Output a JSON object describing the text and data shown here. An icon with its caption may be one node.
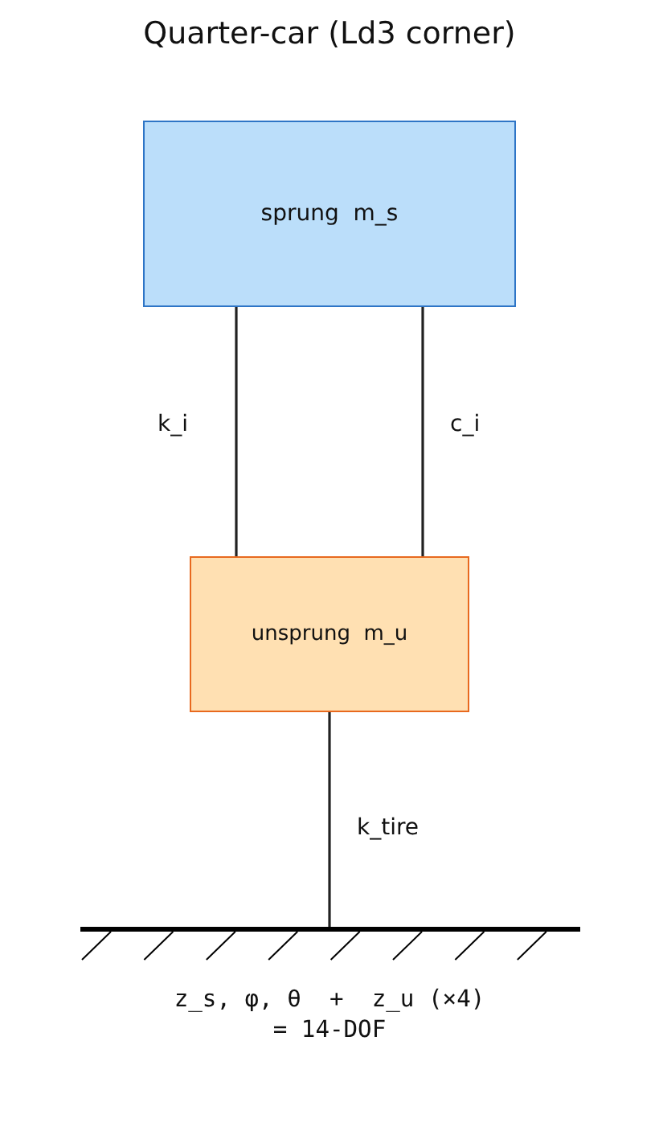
{
  "diagram": {
    "title": "Quarter-car (Ld3 corner)",
    "caption": "z_s, φ, θ  +  z_u (×4) = 14-DOF",
    "nodes": [
      {
        "text": [
          "sprung  m_s"
        ]
      },
      {
        "text": [
          "unsprung  m_u"
        ]
      },
      {
        "text": [],
        "shape": "bar"
      }
    ],
    "edges": [
      {
        "from": 0,
        "to": 1,
        "arrow": "none",
        "label": "k_i"
      },
      {
        "from": 0,
        "to": 1,
        "arrow": "none",
        "label": "c_i"
      },
      {
        "from": 1,
        "to": 2,
        "arrow": "none",
        "label": "k_tire"
      }
    ]
  }
}
